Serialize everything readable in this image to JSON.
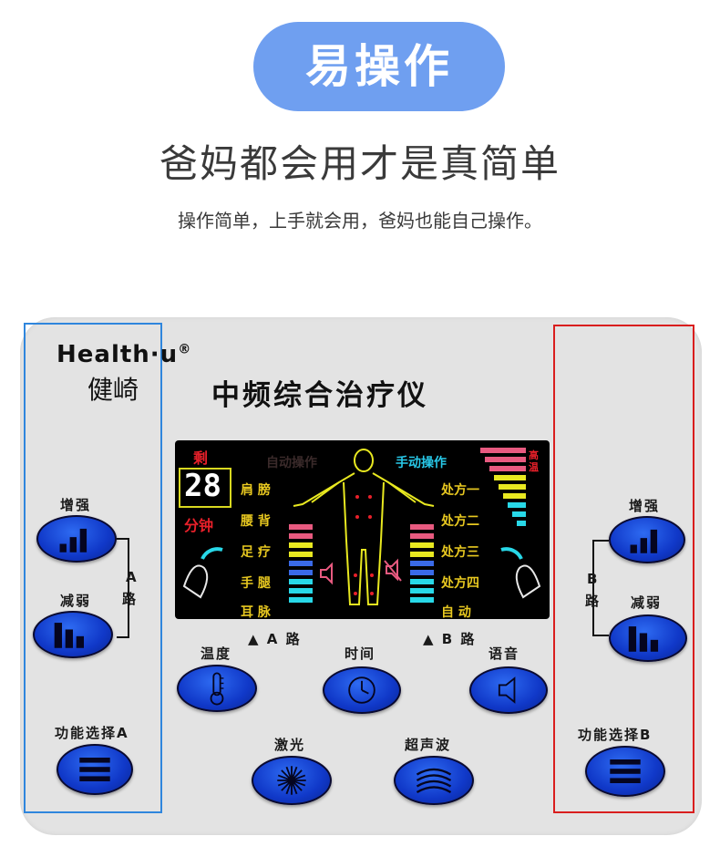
{
  "header": {
    "badge": "易操作",
    "headline": "爸妈都会用才是真简单",
    "subline": "操作简单，上手就会用，爸妈也能自己操作。"
  },
  "device": {
    "brand": "Health·u",
    "brand_mark": "®",
    "brand_cn": "健崎",
    "title": "中频综合治疗仪"
  },
  "lcd": {
    "remaining": "剩",
    "minutes_value": "28",
    "minutes_unit": "分钟",
    "auto_op": "自动操作",
    "manual_op": "手动操作",
    "high_temp": "高温",
    "body_parts_left": [
      "肩 膀",
      "腰 背",
      "足 疗",
      "手 腿",
      "耳 脉"
    ],
    "programs_right": [
      "处方一",
      "处方二",
      "处方三",
      "处方四",
      "自 动"
    ]
  },
  "left_panel": {
    "increase_label": "增强",
    "decrease_label": "减弱",
    "channel_label_1": "A",
    "channel_label_2": "路",
    "function_label": "功能选择A"
  },
  "right_panel": {
    "increase_label": "增强",
    "decrease_label": "减弱",
    "channel_label_1": "B",
    "channel_label_2": "路",
    "function_label": "功能选择B"
  },
  "center_panel": {
    "a_channel": "▲ A 路",
    "b_channel": "▲ B 路",
    "temperature": "温度",
    "time": "时间",
    "voice": "语音",
    "laser": "激光",
    "ultrasound": "超声波"
  },
  "icons": [
    "signal-up-icon",
    "signal-down-icon",
    "menu-icon",
    "thermometer-icon",
    "clock-icon",
    "speaker-icon",
    "laser-icon",
    "wave-icon"
  ],
  "colors": {
    "badge": "#6f9ff0",
    "button_blue": "#1038c8",
    "box_a": "#2f86dd",
    "box_b": "#d91e1e"
  }
}
